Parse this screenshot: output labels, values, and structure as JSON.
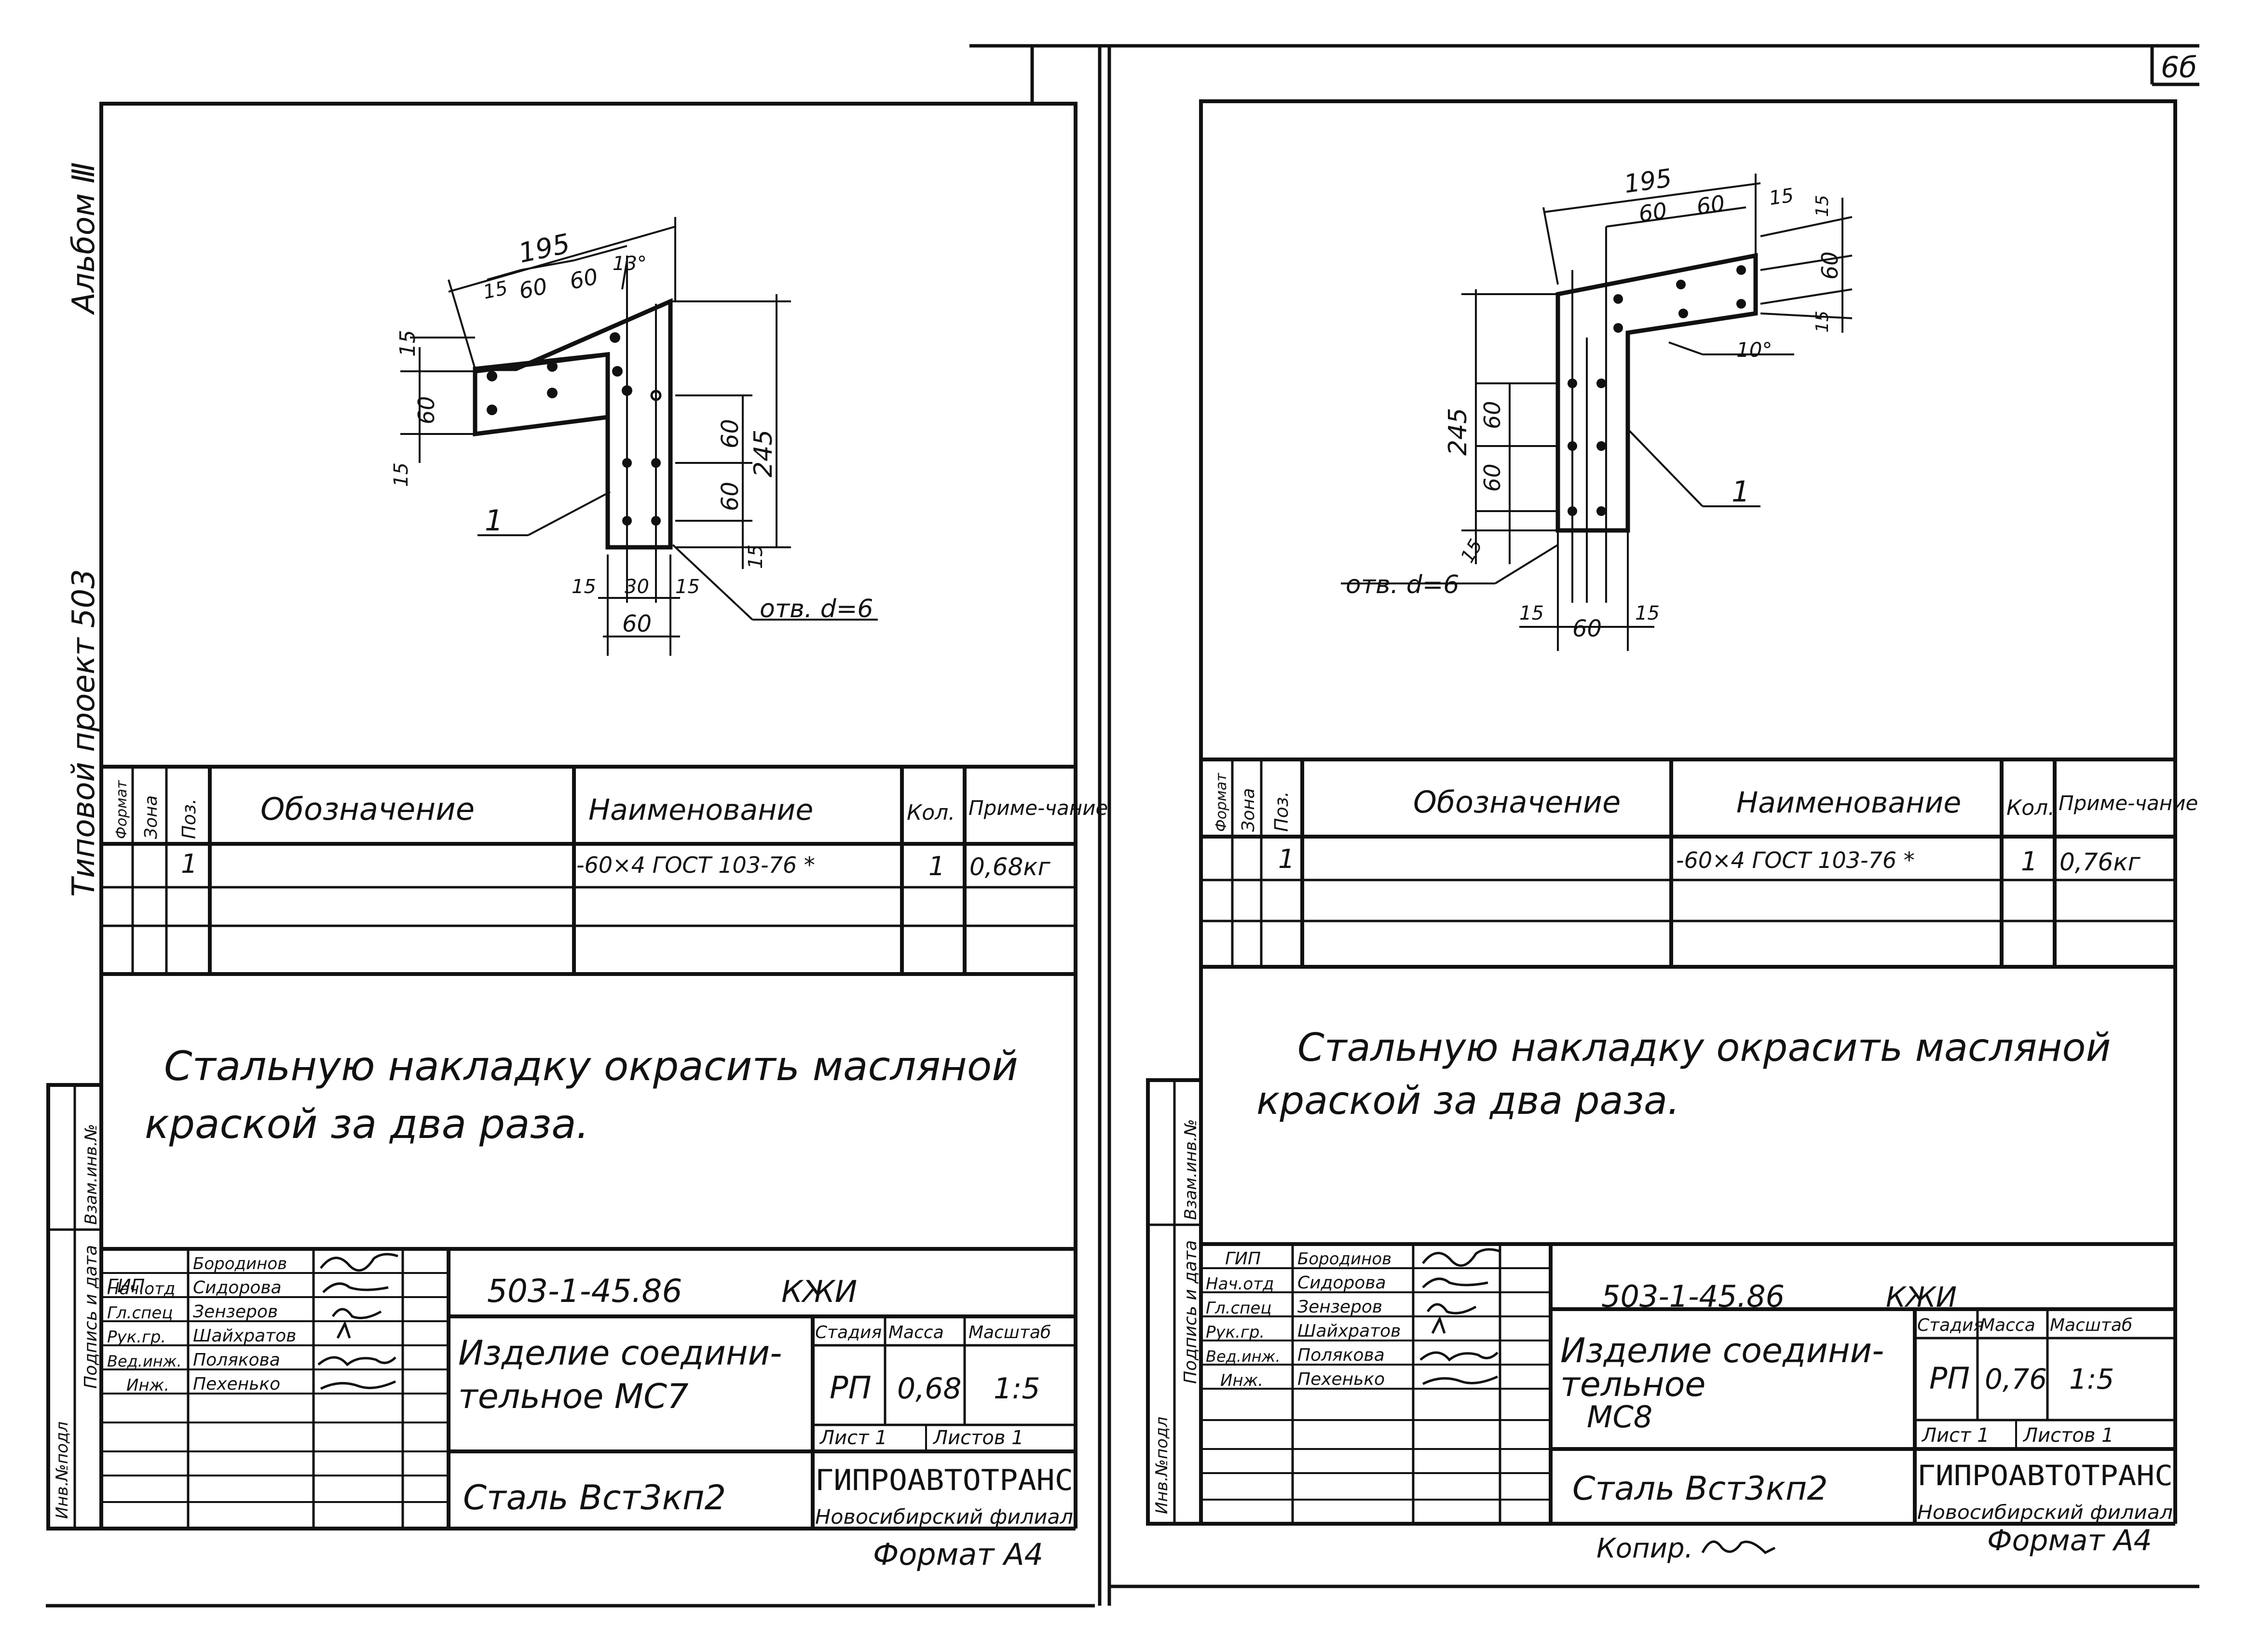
{
  "sheet_number": "6б",
  "margin_text": {
    "album": "Альбом Ⅲ",
    "project": "Типовой проект 503",
    "sig_inv": "Инв.№подл",
    "sig_sign_date": "Подпись и дата",
    "sig_vzam": "Взам.инв.№"
  },
  "spec_headers": {
    "format": "Формат",
    "zone": "Зона",
    "pos": "Поз.",
    "designation": "Обозначение",
    "name": "Наименование",
    "qty": "Кол.",
    "note": "Приме-чание"
  },
  "sheets": [
    {
      "id": "mc7",
      "drawing": {
        "dims": [
          "195",
          "15",
          "60",
          "60",
          "13°",
          "15",
          "60",
          "15",
          "60",
          "60",
          "245",
          "15",
          "15",
          "30",
          "15",
          "60"
        ],
        "pos_label": "1",
        "hole_label": "отв. d=6"
      },
      "spec_row": {
        "pos": "1",
        "name": "-60×4 ГОСТ 103-76 *",
        "qty": "1",
        "note": "0,68кг"
      },
      "note_line1": "Стальную накладку окрасить масляной",
      "note_line2": "краской за два раза.",
      "signatures": [
        {
          "role": "ГИП",
          "name": "Бородинов"
        },
        {
          "role": "Нач.отд",
          "name": "Сидорова"
        },
        {
          "role": "Гл.спец",
          "name": "Зензеров"
        },
        {
          "role": "Рук.гр.",
          "name": "Шайхратов"
        },
        {
          "role": "Вед.инж.",
          "name": "Полякова"
        },
        {
          "role": "Инж.",
          "name": "Пехенько"
        }
      ],
      "doc_code": "503-1-45.86",
      "doc_suffix": "КЖИ",
      "title_line1": "Изделие соедини-",
      "title_line2": "тельное МС7",
      "title_line3": "",
      "stage_header": "Стадия",
      "mass_header": "Масса",
      "scale_header": "Масштаб",
      "stage": "РП",
      "mass": "0,68",
      "scale": "1:5",
      "sheet": "Лист 1",
      "sheets_total": "Листов 1",
      "material": "Сталь Вст3кп2",
      "org_name": "ГИПРОАВТОТРАНС",
      "org_branch": "Новосибирский филиал",
      "format": "Формат А4",
      "copied": ""
    },
    {
      "id": "mc8",
      "drawing": {
        "dims": [
          "195",
          "60",
          "60",
          "15",
          "15",
          "60",
          "15",
          "10°",
          "245",
          "60",
          "60",
          "15",
          "15",
          "60",
          "15"
        ],
        "pos_label": "1",
        "hole_label": "отв. d=6"
      },
      "spec_row": {
        "pos": "1",
        "name": "-60×4 ГОСТ 103-76 *",
        "qty": "1",
        "note": "0,76кг"
      },
      "note_line1": "Стальную накладку окрасить масляной",
      "note_line2": "краской за два раза.",
      "signatures": [
        {
          "role": "ГИП",
          "name": "Бородинов"
        },
        {
          "role": "Нач.отд",
          "name": "Сидорова"
        },
        {
          "role": "Гл.спец",
          "name": "Зензеров"
        },
        {
          "role": "Рук.гр.",
          "name": "Шайхратов"
        },
        {
          "role": "Вед.инж.",
          "name": "Полякова"
        },
        {
          "role": "Инж.",
          "name": "Пехенько"
        }
      ],
      "doc_code": "503-1-45.86",
      "doc_suffix": "КЖИ",
      "title_line1": "Изделие соедини-",
      "title_line2": "тельное",
      "title_line3": "МС8",
      "stage_header": "Стадия",
      "mass_header": "Масса",
      "scale_header": "Масштаб",
      "stage": "РП",
      "mass": "0,76",
      "scale": "1:5",
      "sheet": "Лист 1",
      "sheets_total": "Листов 1",
      "material": "Сталь Вст3кп2",
      "org_name": "ГИПРОАВТОТРАНС",
      "org_branch": "Новосибирский филиал",
      "format": "Формат А4",
      "copied": "Копир."
    }
  ]
}
